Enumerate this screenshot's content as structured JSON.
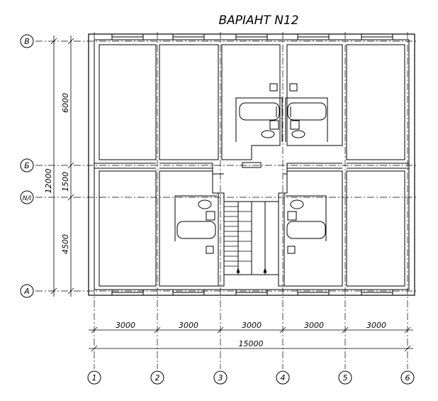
{
  "title": "ВАРІАНТ N12",
  "axis_columns": [
    "1",
    "2",
    "3",
    "4",
    "5",
    "6"
  ],
  "axis_rows": [
    "В",
    "Б",
    "N/I",
    "А"
  ],
  "dimensions": {
    "spans": [
      "3000",
      "3000",
      "3000",
      "3000",
      "3000"
    ],
    "total_width": "15000",
    "left_outer": "12000",
    "left_segments": [
      "6000",
      "1500",
      "4500"
    ]
  }
}
